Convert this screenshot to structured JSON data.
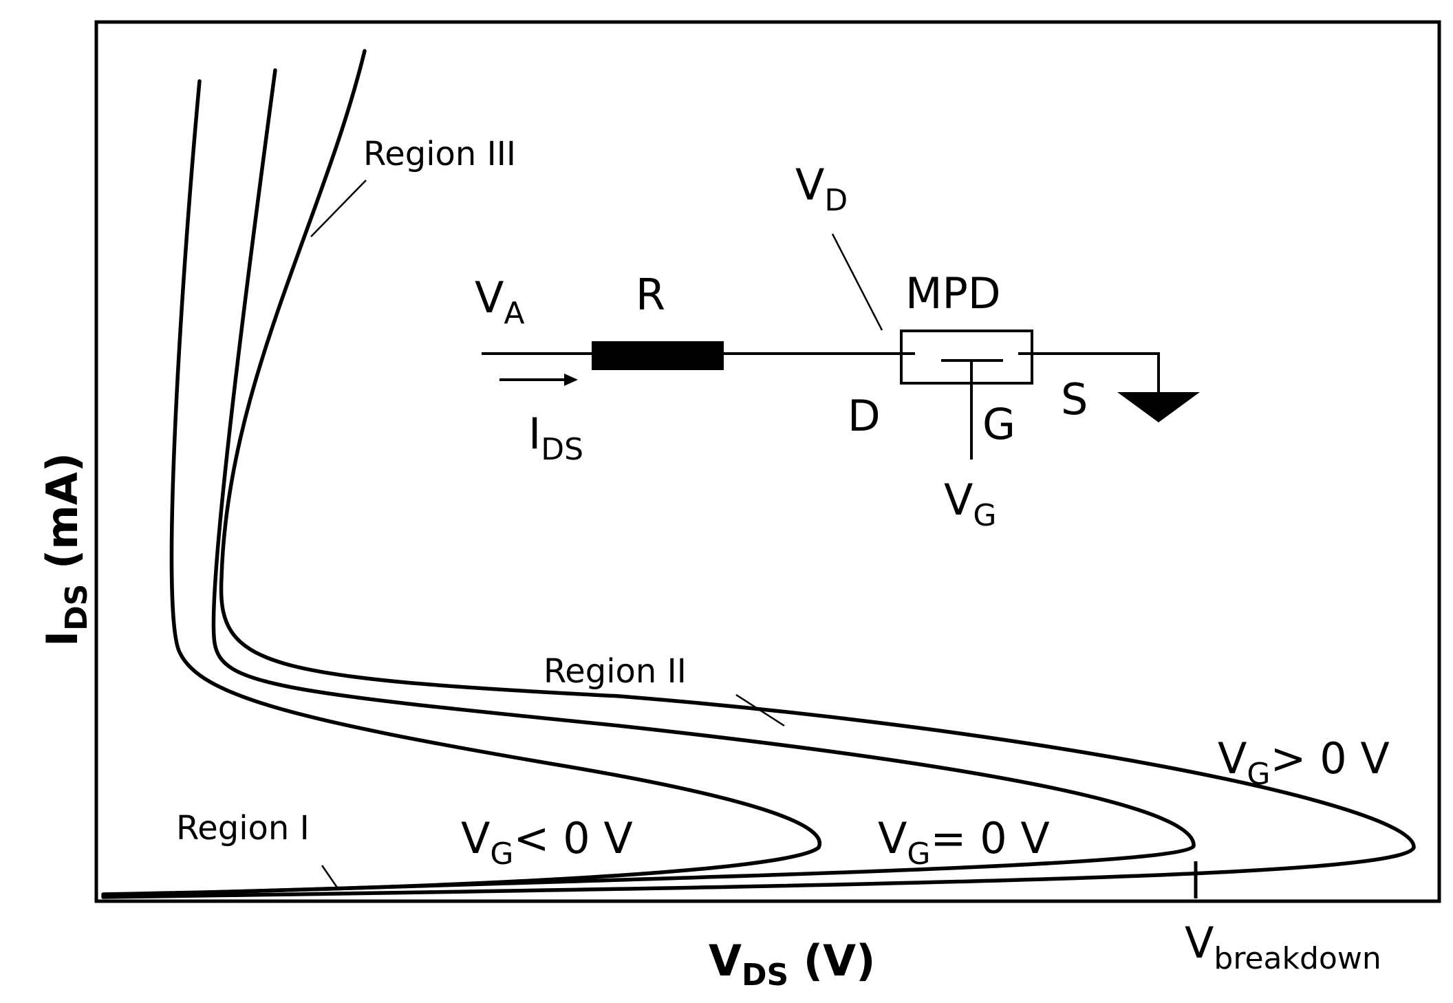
{
  "axes": {
    "y_label_main": "I",
    "y_label_sub": "DS",
    "y_label_unit": " (mA)",
    "x_label_main": "V",
    "x_label_sub": "DS",
    "x_label_unit": " (V)",
    "breakdown_main": "V",
    "breakdown_sub": "breakdown"
  },
  "regions": {
    "region1": "Region I",
    "region2": "Region II",
    "region3": "Region III"
  },
  "curves": {
    "neg_main": "V",
    "neg_sub": "G",
    "neg_rest": "< 0 V",
    "zero_main": "V",
    "zero_sub": "G",
    "zero_rest": "= 0 V",
    "pos_main": "V",
    "pos_sub": "G",
    "pos_rest": "> 0 V"
  },
  "circuit": {
    "va_main": "V",
    "va_sub": "A",
    "resistor": "R",
    "ids_main": "I",
    "ids_sub": "DS",
    "vd_main": "V",
    "vd_sub": "D",
    "device": "MPD",
    "drain": "D",
    "gate": "G",
    "source": "S",
    "vg_main": "V",
    "vg_sub": "G"
  }
}
